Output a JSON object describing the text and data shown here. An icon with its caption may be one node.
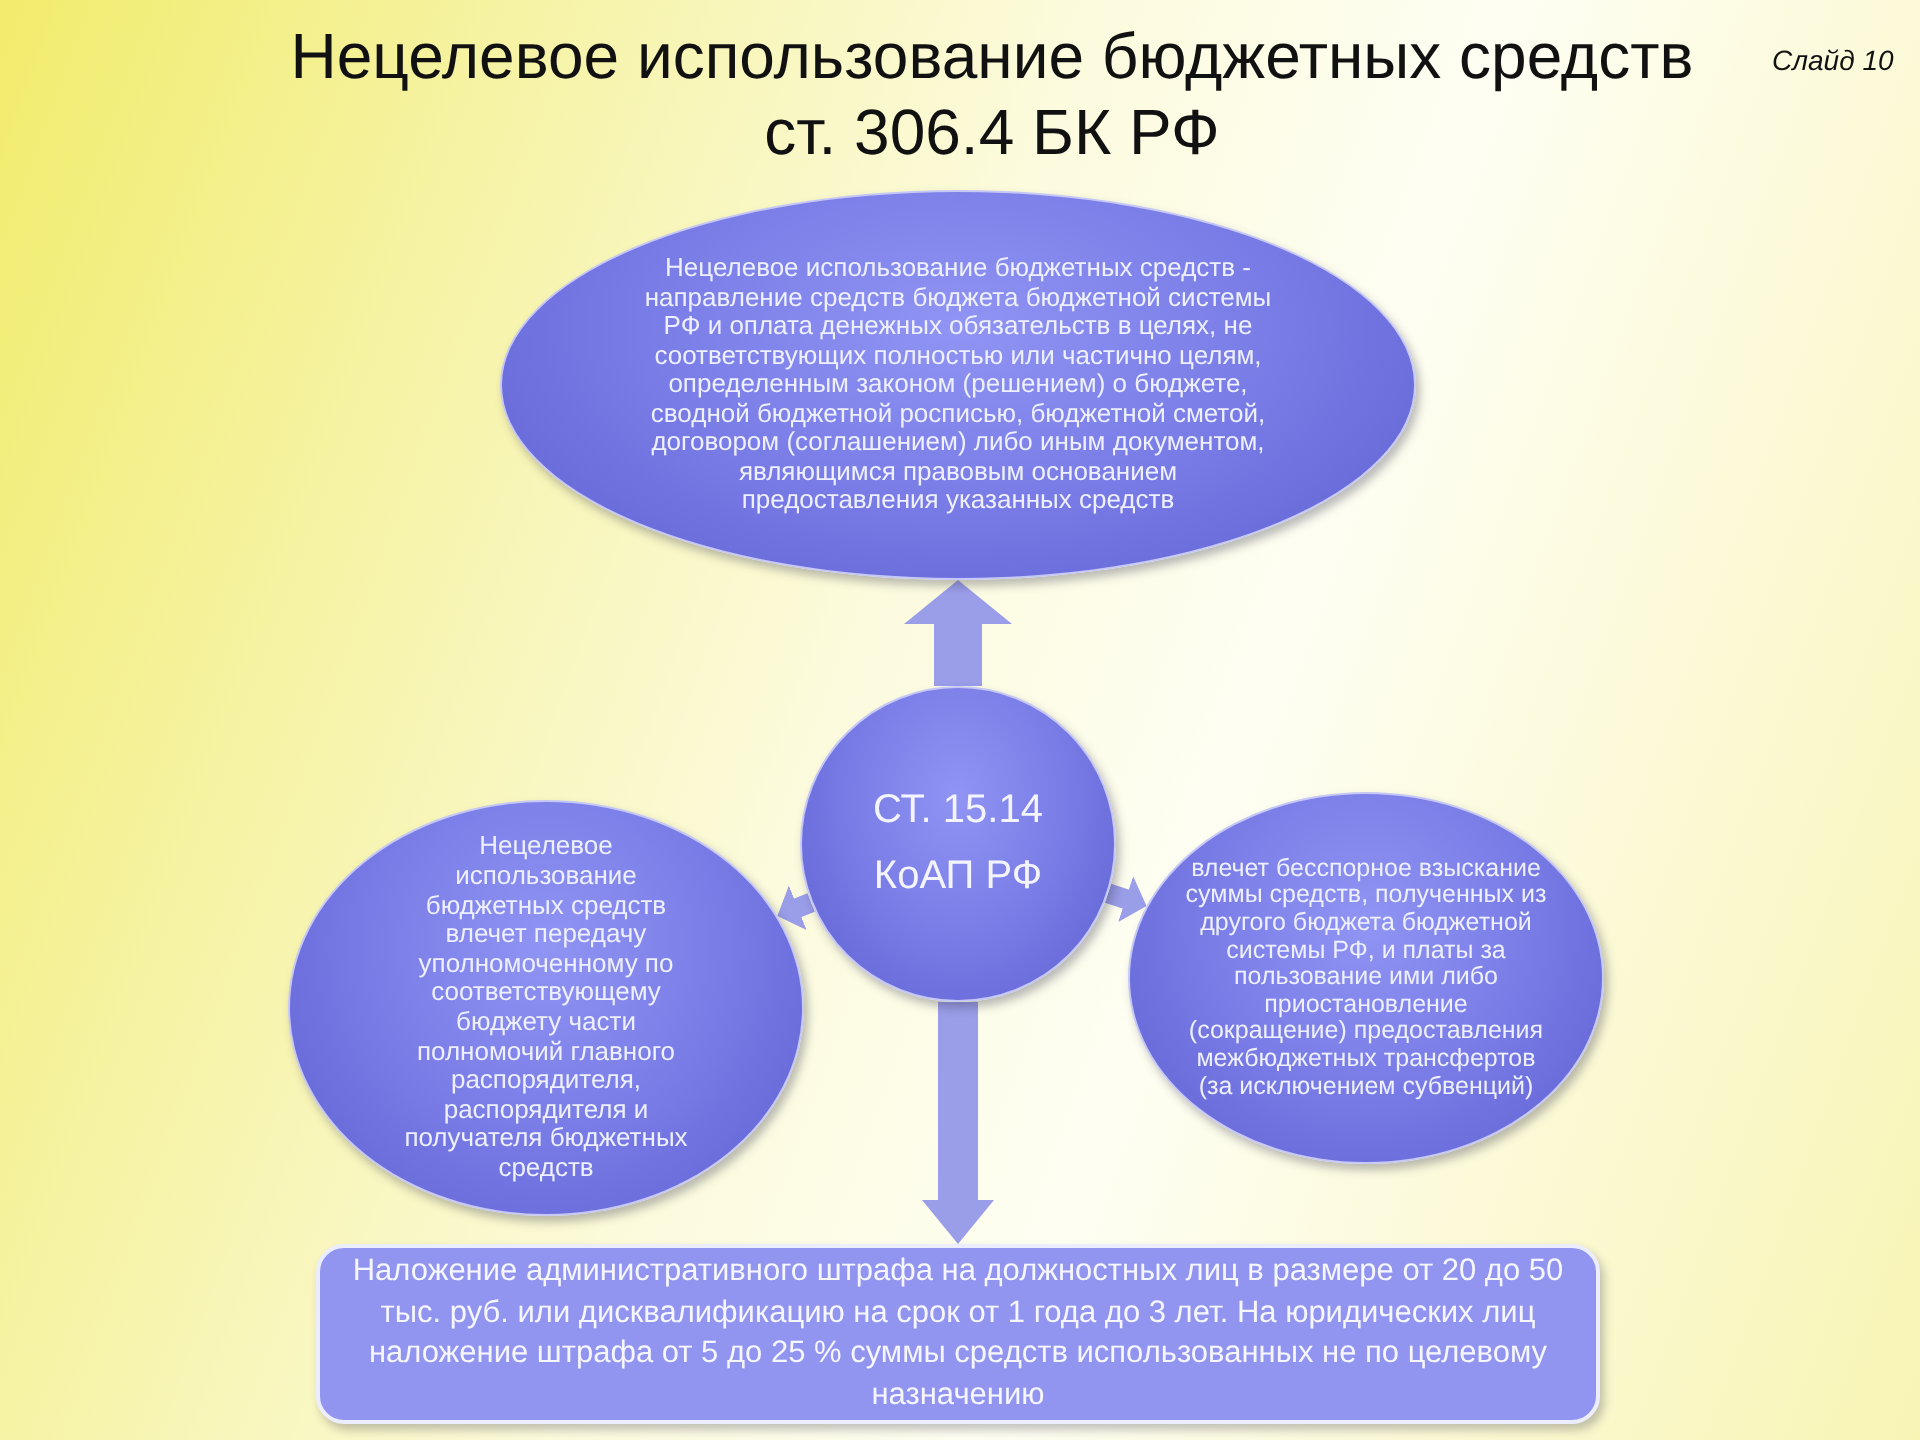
{
  "diagram": {
    "title": "Нецелевое использование бюджетных средств ст. 306.4 БК РФ",
    "nodes": [
      {
        "text": [
          "Нецелевое использование бюджетных средств - направление средств бюджета бюджетной системы РФ и оплата денежных обязательств в целях, не соответствующих полностью или частично целям, определенным законом (решением) о бюджете, сводной бюджетной росписью, бюджетной сметой, договором (соглашением) либо иным документом, являющимся правовым основанием предоставления указанных средств"
        ]
      },
      {
        "text": [
          "СТ. 15.14 КоАП РФ"
        ]
      },
      {
        "text": [
          "Нецелевое использование бюджетных средств влечет передачу уполномоченному по соответствующему бюджету части полномочий главного распорядителя, распорядителя и получателя бюджетных средств"
        ]
      },
      {
        "text": [
          "влечет бесспорное взыскание суммы средств, полученных из другого бюджета бюджетной системы РФ, и платы за пользование ими либо приостановление (сокращение) предоставления межбюджетных трансфертов (за исключением субвенций)"
        ]
      },
      {
        "text": [
          "Наложение административного штрафа на должностных лиц в размере от 20 до 50 тыс. руб. или дисквалификацию на срок от 1 года до 3 лет. На юридических лиц наложение штрафа от 5 до 25 % суммы средств использованных не по целевому назначению"
        ]
      }
    ],
    "edges": [
      {
        "from": 1,
        "to": 0,
        "arrow": "to"
      },
      {
        "from": 1,
        "to": 2,
        "arrow": "to"
      },
      {
        "from": 1,
        "to": 3,
        "arrow": "to"
      },
      {
        "from": 1,
        "to": 4,
        "arrow": "to"
      }
    ],
    "labels": [
      "Слайд 10"
    ]
  }
}
